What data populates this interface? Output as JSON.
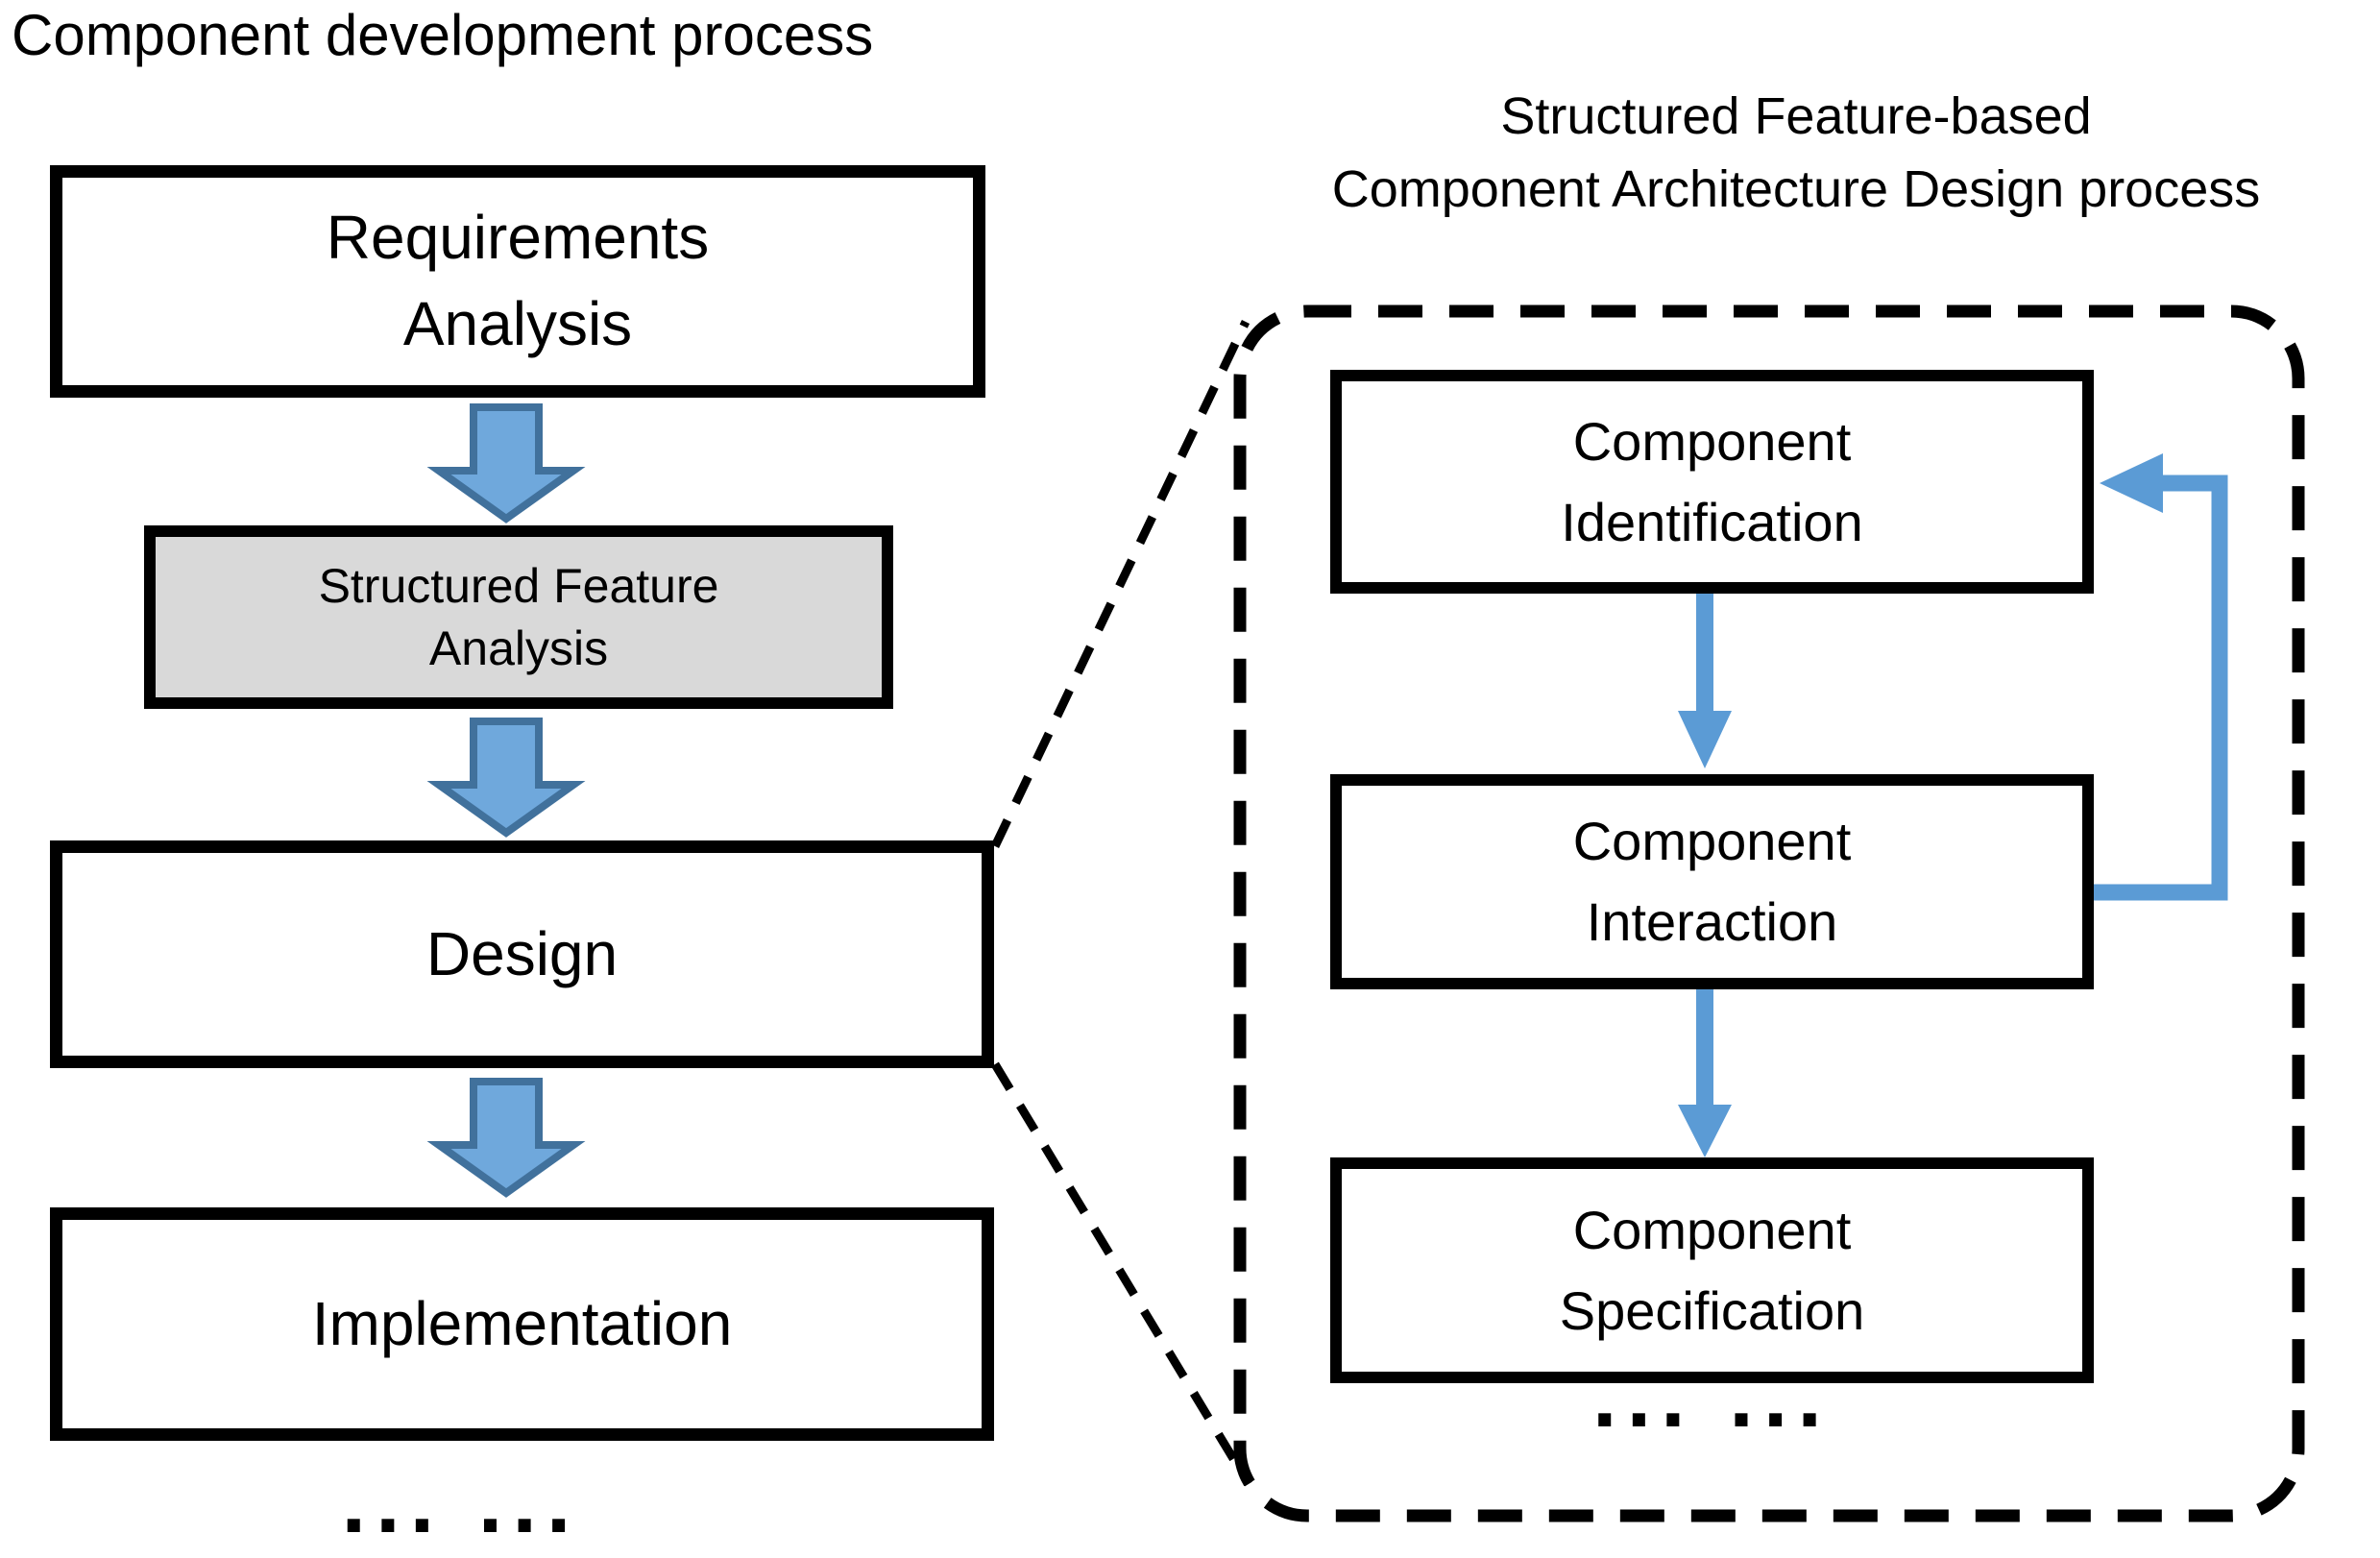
{
  "left_process": {
    "title": "Component development process",
    "steps": [
      {
        "lines": [
          "Requirements",
          "Analysis"
        ]
      },
      {
        "lines": [
          "Structured Feature",
          "Analysis"
        ]
      },
      {
        "lines": [
          "Design"
        ]
      },
      {
        "lines": [
          "Implementation"
        ]
      }
    ],
    "ellipsis": "... ..."
  },
  "right_process": {
    "title_lines": [
      "Structured Feature-based",
      "Component Architecture Design process"
    ],
    "steps": [
      {
        "lines": [
          "Component",
          "Identification"
        ]
      },
      {
        "lines": [
          "Component",
          "Interaction"
        ]
      },
      {
        "lines": [
          "Component",
          "Specification"
        ]
      }
    ],
    "ellipsis": "... ..."
  },
  "colors": {
    "block_arrow_fill": "#6FA8DC",
    "block_arrow_border": "#41719C",
    "thin_arrow": "#5B9BD5",
    "highlighted_box_fill": "#D9D9D9",
    "box_border": "#000000",
    "dashed_outline": "#000000"
  }
}
